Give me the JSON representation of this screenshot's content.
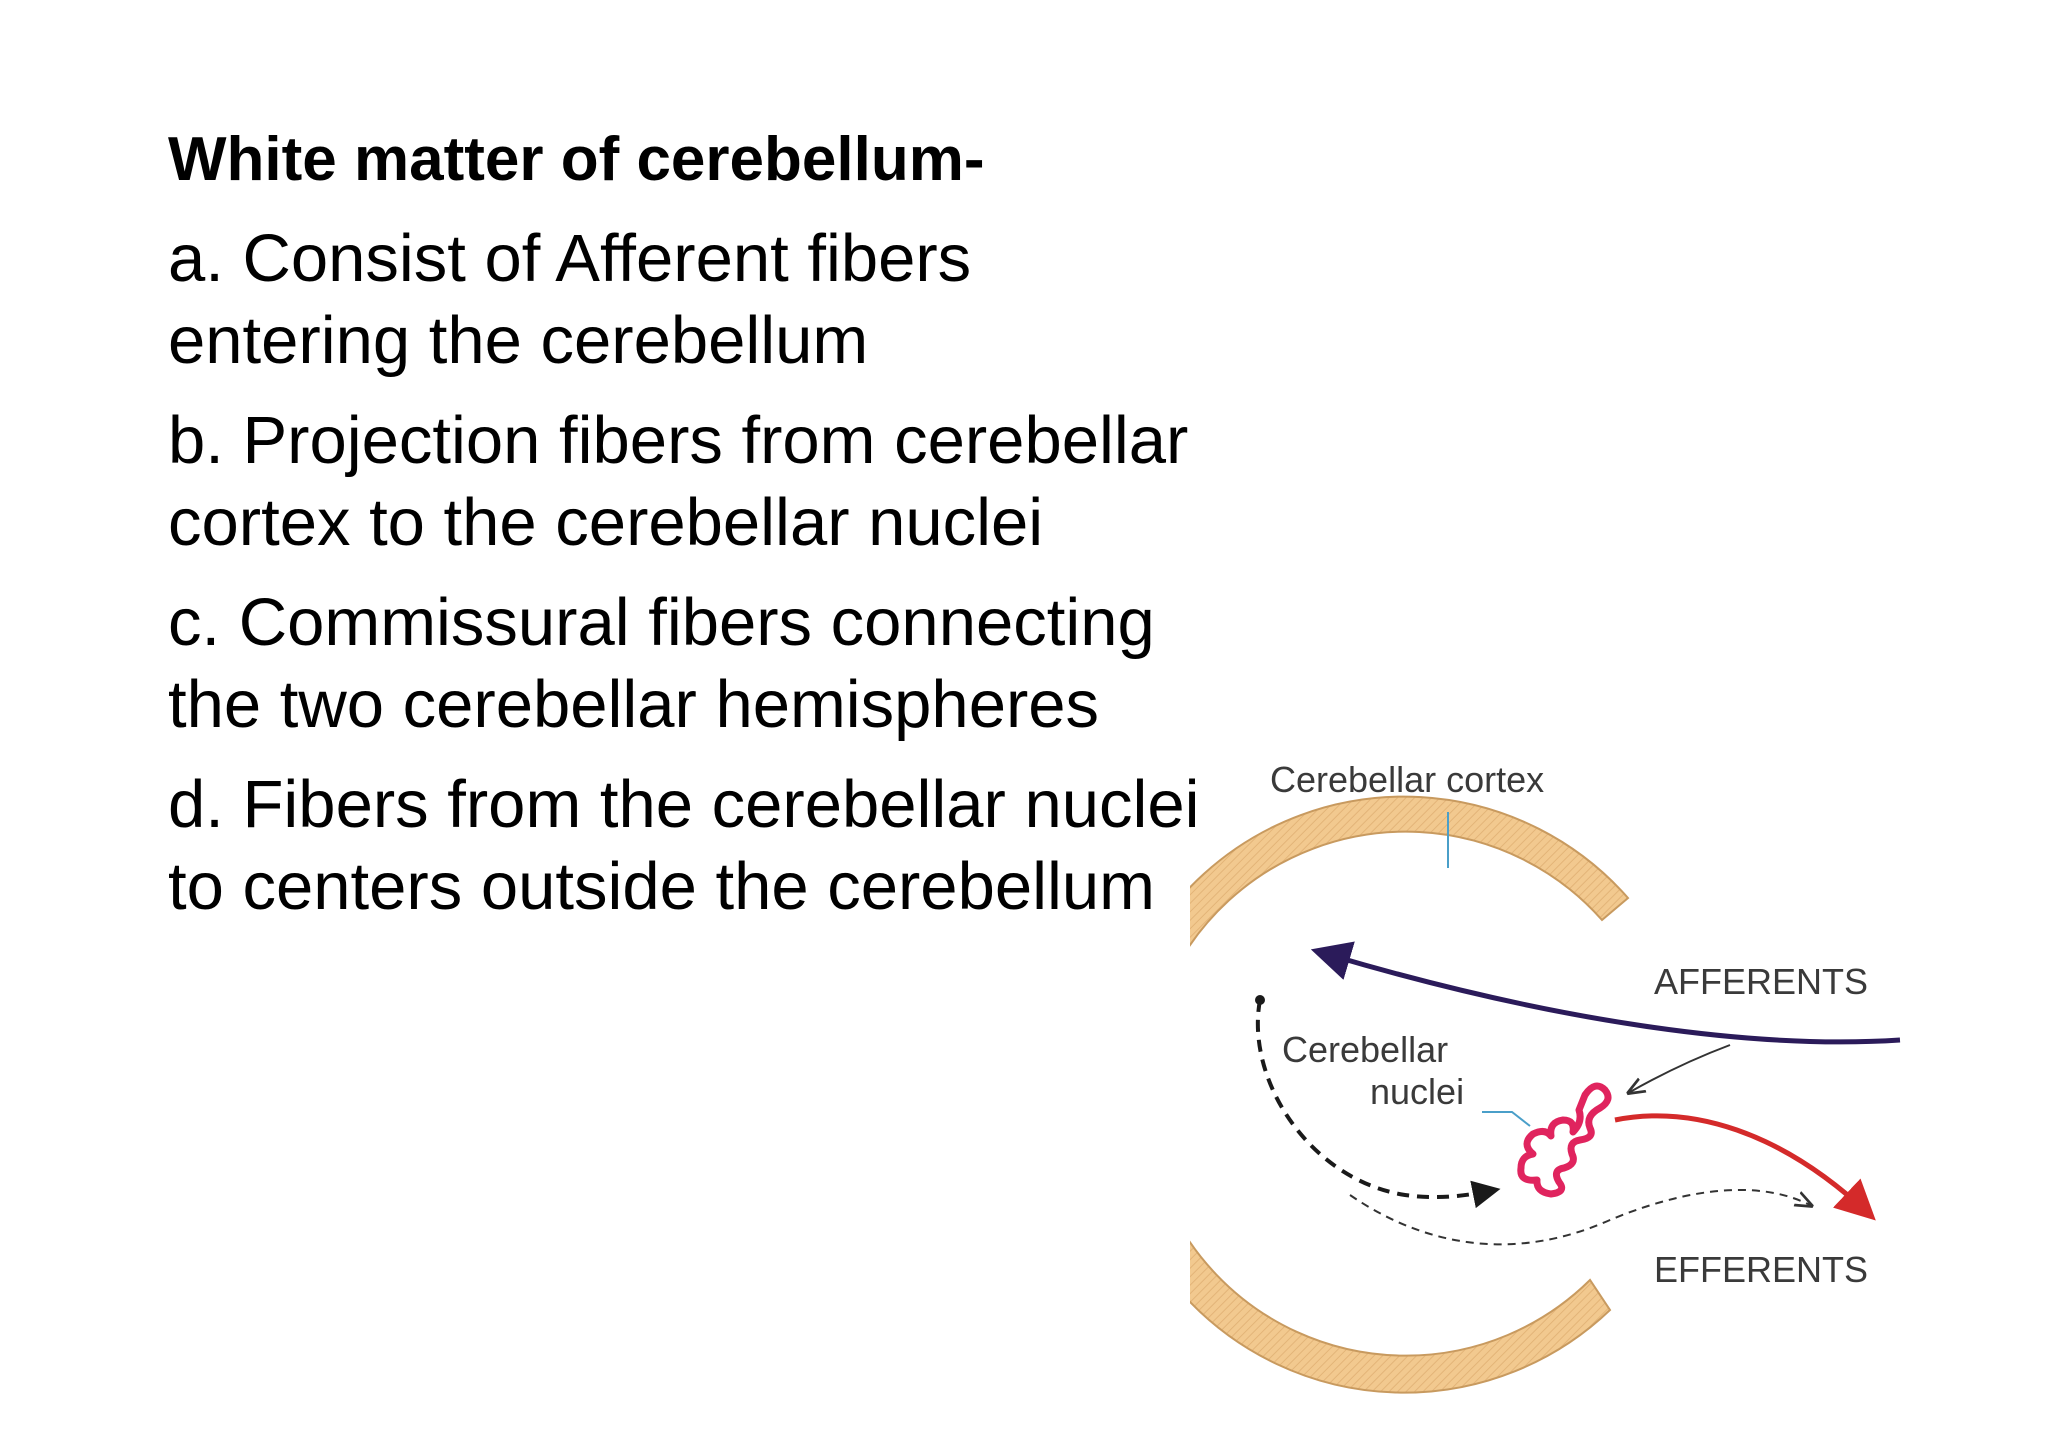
{
  "slide": {
    "title": "White matter of cerebellum-",
    "points": [
      {
        "line1": "a. Consist of Afferent fibers",
        "line2": "entering the cerebellum"
      },
      {
        "line1": "b. Projection fibers from cerebellar",
        "line2": "cortex to the cerebellar nuclei"
      },
      {
        "line1": "c. Commissural fibers connecting",
        "line2": "the two cerebellar hemispheres"
      },
      {
        "line1": "d. Fibers from the cerebellar nuclei",
        "line2": "to centers outside the cerebellum"
      }
    ]
  },
  "diagram": {
    "cortex_label": "Cerebellar cortex",
    "afferents_label": "AFFERENTS",
    "efferents_label": "EFFERENTS",
    "nuclei_label_line1": "Cerebellar",
    "nuclei_label_line2": "nuclei",
    "colors": {
      "cortex_fill": "#f2c98f",
      "afferent_fiber": "#2b1b5a",
      "efferent_fiber": "#d42a2a",
      "nuclei": "#e0245e",
      "projection_fiber": "#1a1a1a",
      "pointer_line": "#4a9fc9"
    }
  }
}
